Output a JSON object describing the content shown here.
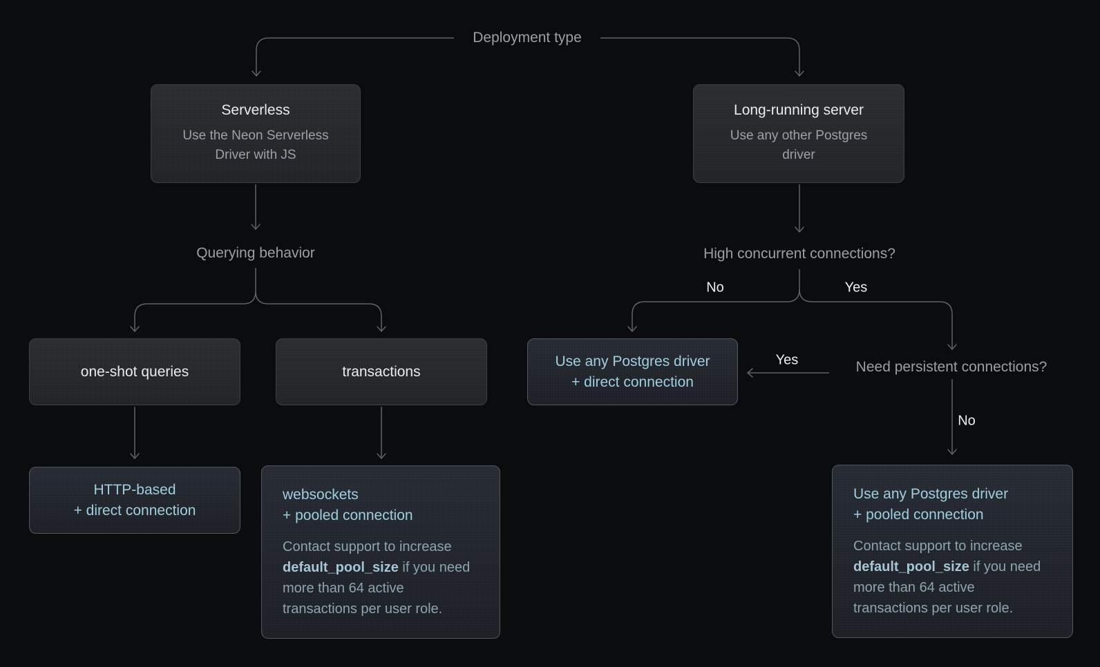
{
  "diagram": {
    "root_label": "Deployment type",
    "branch_labels": {
      "querying_behavior": "Querying behavior",
      "high_concurrent": "High concurrent connections?",
      "need_persistent": "Need persistent connections?"
    },
    "edge_labels": {
      "hc_no": "No",
      "hc_yes": "Yes",
      "np_yes": "Yes",
      "np_no": "No"
    },
    "nodes": {
      "serverless": {
        "title": "Serverless",
        "subtitle": "Use the Neon Serverless Driver with JS"
      },
      "long_running": {
        "title": "Long-running server",
        "subtitle": "Use any other Postgres driver"
      },
      "one_shot": {
        "title": "one-shot queries"
      },
      "transactions": {
        "title": "transactions"
      },
      "http_based": {
        "line1": "HTTP-based",
        "line2": "+ direct connection"
      },
      "websockets": {
        "line1": "websockets",
        "line2": "+ pooled connection",
        "note_pre": "Contact support to increase ",
        "note_bold": "default_pool_size",
        "note_post": " if you need more than 64 active transactions per user role."
      },
      "any_direct": {
        "line1": "Use any Postgres driver",
        "line2": "+ direct connection"
      },
      "any_pooled": {
        "line1": "Use any Postgres driver",
        "line2": "+ pooled connection",
        "note_pre": "Contact support to increase ",
        "note_bold": "default_pool_size",
        "note_post": " if you need more than 64 active transactions per user role."
      }
    },
    "colors": {
      "background": "#0b0c0e",
      "line": "#5c636b",
      "flow_label_text": "#98a0a7",
      "edge_label_text": "#eceef0",
      "decision_title": "#e9ebed",
      "decision_subtitle": "#9aa2a9",
      "decision_box_border": "#3c4046",
      "result_box_border": "#4e5864",
      "result_title": "#9fcfe0",
      "result_note": "#8da4b1"
    }
  }
}
